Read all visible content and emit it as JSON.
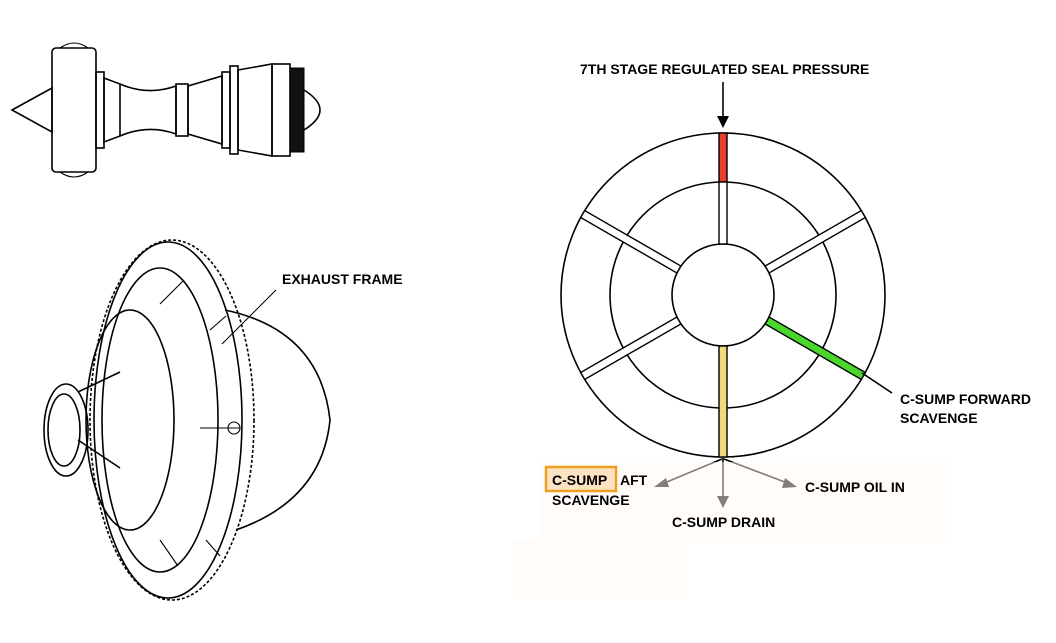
{
  "labels": {
    "exhaust_frame": "EXHAUST FRAME",
    "seal_pressure": "7TH STAGE REGULATED SEAL PRESSURE",
    "forward_scavenge_1": "C-SUMP FORWARD",
    "forward_scavenge_2": "SCAVENGE",
    "oil_in": "C-SUMP OIL IN",
    "drain": "C-SUMP DRAIN",
    "aft_scavenge_highlight": "C-SUMP",
    "aft_scavenge_rest": "AFT",
    "aft_scavenge_2": "SCAVENGE"
  },
  "colors": {
    "seal_pressure_strut": "#e8412a",
    "forward_scavenge_strut": "#4bd62e",
    "drain_strut": "#f1db7a",
    "highlight_border": "#f0a020",
    "highlight_fill": "#fde3c4"
  }
}
